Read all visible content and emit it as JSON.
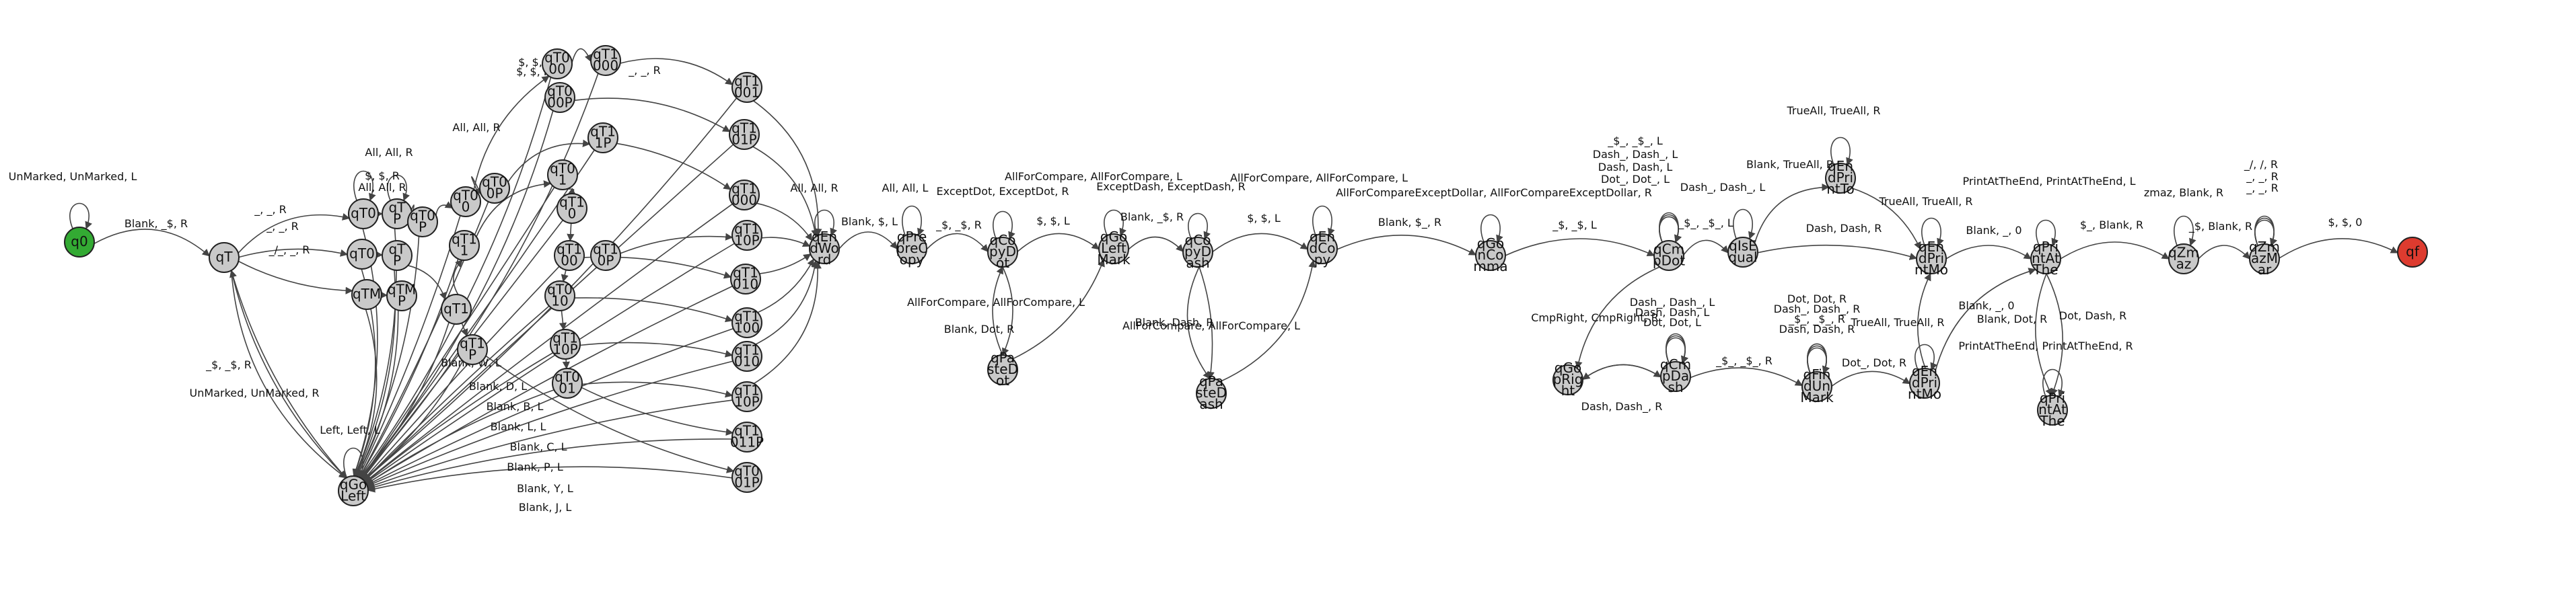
{
  "colors": {
    "start_fill": "#33aa33",
    "final_fill": "#dd3b2f",
    "state_fill": "#c9c9c9",
    "edge": "#444444"
  },
  "states": [
    {
      "id": "q0",
      "label": "q0",
      "kind": "start"
    },
    {
      "id": "qT",
      "label": "qT",
      "kind": "normal"
    },
    {
      "id": "qT0",
      "label": "qT0",
      "kind": "normal"
    },
    {
      "id": "qT0b",
      "label": "qT0",
      "kind": "normal"
    },
    {
      "id": "qTM",
      "label": "qTM",
      "kind": "normal"
    },
    {
      "id": "qTP",
      "label": "qT P",
      "kind": "normal"
    },
    {
      "id": "qTP2",
      "label": "qT P",
      "kind": "normal"
    },
    {
      "id": "qTMP",
      "label": "qTM P",
      "kind": "normal"
    },
    {
      "id": "qT0P",
      "label": "qT0 P",
      "kind": "normal"
    },
    {
      "id": "qT1",
      "label": "qT1",
      "kind": "normal"
    },
    {
      "id": "qT1P",
      "label": "qT1 P",
      "kind": "normal"
    },
    {
      "id": "qT0_0",
      "label": "qT0 0",
      "kind": "normal"
    },
    {
      "id": "qT1_1",
      "label": "qT1 1",
      "kind": "normal"
    },
    {
      "id": "qT0_0P",
      "label": "qT0 0P",
      "kind": "normal"
    },
    {
      "id": "qT0_00",
      "label": "qT0 00",
      "kind": "normal"
    },
    {
      "id": "qT0_00P",
      "label": "qT0 00P",
      "kind": "normal"
    },
    {
      "id": "qT1_1P",
      "label": "qT1 1P",
      "kind": "normal"
    },
    {
      "id": "qT0_1",
      "label": "qT0 1",
      "kind": "normal"
    },
    {
      "id": "qT1_0",
      "label": "qT1 0",
      "kind": "normal"
    },
    {
      "id": "qT1_00",
      "label": "qT1 00",
      "kind": "normal"
    },
    {
      "id": "qT0_10",
      "label": "qT0 10",
      "kind": "normal"
    },
    {
      "id": "qT1_10P",
      "label": "qT1 10P",
      "kind": "normal"
    },
    {
      "id": "qT0_01",
      "label": "qT0 01",
      "kind": "normal"
    },
    {
      "id": "qT1_0P",
      "label": "qT1 0P",
      "kind": "normal"
    },
    {
      "id": "qT1_000",
      "label": "qT1 000",
      "kind": "normal"
    },
    {
      "id": "qT1_001",
      "label": "qT1 001",
      "kind": "normal"
    },
    {
      "id": "qT1_01P",
      "label": "qT1 01P",
      "kind": "normal"
    },
    {
      "id": "qT1_000b",
      "label": "qT1 000",
      "kind": "normal"
    },
    {
      "id": "qT1_10Pb",
      "label": "qT1 10P",
      "kind": "normal"
    },
    {
      "id": "qT1_010",
      "label": "qT1 010",
      "kind": "normal"
    },
    {
      "id": "qT1_100",
      "label": "qT1 100",
      "kind": "normal"
    },
    {
      "id": "qT1_010b",
      "label": "qT1 010",
      "kind": "normal"
    },
    {
      "id": "qT1_10Pc",
      "label": "qT1 10P",
      "kind": "normal"
    },
    {
      "id": "qT1_011P",
      "label": "qT1 011P",
      "kind": "normal"
    },
    {
      "id": "qT0_01P",
      "label": "qT0 01P",
      "kind": "normal"
    },
    {
      "id": "qGoLeft",
      "label": "qGo Left",
      "kind": "normal"
    },
    {
      "id": "qEndWord",
      "label": "qEn dWo rd",
      "kind": "normal"
    },
    {
      "id": "qPrepre",
      "label": "qPre preC opy",
      "kind": "normal"
    },
    {
      "id": "qCopyD",
      "label": "qCo pyD ot",
      "kind": "normal"
    },
    {
      "id": "qPasteD",
      "label": "qPa steD ot",
      "kind": "normal"
    },
    {
      "id": "qGoLeftMark",
      "label": "qGo Left Mark",
      "kind": "normal"
    },
    {
      "id": "qCopyDash",
      "label": "qCo pyD ash",
      "kind": "normal"
    },
    {
      "id": "qPasteDash",
      "label": "qPa steD ash",
      "kind": "normal"
    },
    {
      "id": "qEndCopy",
      "label": "qEn dCo py",
      "kind": "normal"
    },
    {
      "id": "qGoToCompare",
      "label": "qGo nCo mma",
      "kind": "normal"
    },
    {
      "id": "qPrintRight",
      "label": "qGo pRig ht",
      "kind": "normal"
    },
    {
      "id": "qCmpDot",
      "label": "qCm pDot",
      "kind": "normal"
    },
    {
      "id": "qCmpDash",
      "label": "qCm pDa sh",
      "kind": "normal"
    },
    {
      "id": "qIsEqual",
      "label": "qIsE qual",
      "kind": "normal"
    },
    {
      "id": "qFindUnmark",
      "label": "qFin dUn Mark",
      "kind": "normal"
    },
    {
      "id": "qEndPrint",
      "label": "qEn dPri ntTo",
      "kind": "normal"
    },
    {
      "id": "qEndPrint2",
      "label": "qEn dPri ntMo",
      "kind": "normal"
    },
    {
      "id": "qEndPrint3",
      "label": "qEn dPri ntMo",
      "kind": "normal"
    },
    {
      "id": "qPrintAtThe",
      "label": "qPri ntAt The",
      "kind": "normal"
    },
    {
      "id": "qPrintAtThe2",
      "label": "qPri ntAt The",
      "kind": "normal"
    },
    {
      "id": "qZmaz",
      "label": "qZm az",
      "kind": "normal"
    },
    {
      "id": "qZmazMar",
      "label": "qZm azM ar",
      "kind": "normal"
    },
    {
      "id": "qf",
      "label": "qf",
      "kind": "final"
    }
  ],
  "edge_labels": [
    "UnMarked, UnMarked, L",
    "Blank, _$, R",
    "_, _, R",
    "_, _, R",
    "_/_, _, R",
    "All, All, R",
    "$, $, R",
    "All, All, R",
    "All, All, R",
    "$, $, R",
    "$, $, L",
    "_, _, R",
    "UnMarked, UnMarked, R",
    "_$, _$, R",
    "Left, Left, L",
    "All, All, R",
    "Blank, $, L",
    "All, All, L",
    "_$, _$, R",
    "ExceptDot, ExceptDot, R",
    "$, $, L",
    "AllForCompare, AllForCompare, L",
    "Blank, Dot, R",
    "AllForCompare, AllForCompare, L",
    "ExceptDash, ExceptDash, R",
    "Blank, _$, R",
    "AllForCompare, AllForCompare, L",
    "Blank, Dash, R",
    "$, $, L",
    "AllForCompare, AllForCompare, L",
    "Blank, $_, R",
    "AllForCompareExceptDollar, AllForCompareExceptDollar, R",
    "_$, _$, L",
    "_$_, _$_, L",
    "Dash_, Dash_, L",
    "Dash, Dash, L",
    "Dot_, Dot_, L",
    "_$_, _$_, L",
    "CmpRight, CmpRight, R",
    "Dash, Dash_, R",
    "Dash_, Dash_, L",
    "Dash, Dash, L",
    "Dot, Dot, L",
    "_$_, _$_, R",
    "Dot, Dot, R",
    "Dash_, Dash_, R",
    "_$_, _$_, R",
    "Dash, Dash, R",
    "Dot_, Dot, R",
    "TrueAll, TrueAll, R",
    "Dash_, Dash_, L",
    "Blank, TrueAll, R",
    "TrueAll, TrueAll, R",
    "Dash, Dash, R",
    "TrueAll, TrueAll, R",
    "Blank, _, 0",
    "Blank, _, 0",
    "PrintAtTheEnd, PrintAtTheEnd, L",
    "PrintAtTheEnd, PrintAtTheEnd, R",
    "Dot, Dash, R",
    "Blank, Dot, R",
    "$_, Blank, R",
    "zmaz, Blank, R",
    "_$, Blank, R",
    "_/, /, R",
    "_, _, R",
    "_, _, R",
    "$, $, 0",
    "Blank, J, L",
    "Blank, Y, L",
    "Blank, P, L",
    "Blank, C, L",
    "Blank, L, L",
    "Blank, B, L",
    "Blank, D, L",
    "Blank, W, L"
  ]
}
